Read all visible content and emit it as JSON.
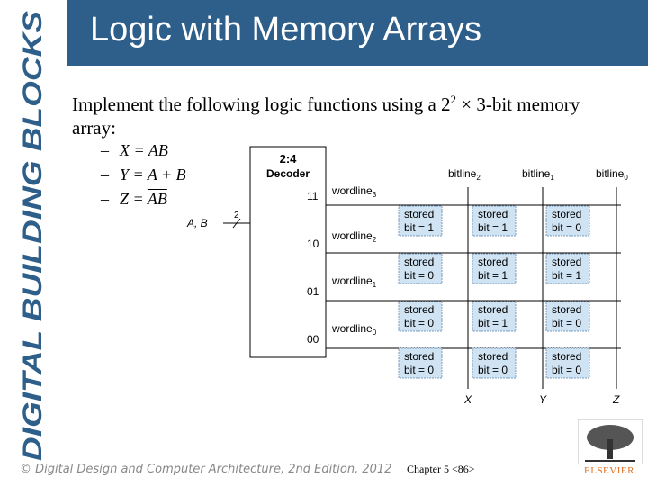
{
  "sidebar": {
    "label": "DIGITAL BUILDING BLOCKS"
  },
  "header": {
    "title": "Logic with Memory Arrays"
  },
  "body": {
    "intro": "Implement the following logic functions using a 2",
    "exp": "2",
    "intro_rest": " × 3-bit memory array:",
    "bullets": [
      {
        "lhs": "X",
        "rhs": "AB"
      },
      {
        "lhs": "Y",
        "rhs": "A + B"
      },
      {
        "lhs": "Z",
        "rhs": "AB"
      }
    ]
  },
  "diagram": {
    "decoder_title": "2:4",
    "decoder_sub": "Decoder",
    "input_label": "A, B",
    "bus_width": "2",
    "outputs": [
      "11",
      "10",
      "01",
      "00"
    ],
    "wordlines": [
      "wordline",
      "wordline",
      "wordline",
      "wordline"
    ],
    "wordline_subs": [
      "3",
      "2",
      "1",
      "0"
    ],
    "bitlines": [
      "bitline",
      "bitline",
      "bitline"
    ],
    "bitline_subs": [
      "2",
      "1",
      "0"
    ],
    "cell_top": "stored",
    "cells": [
      [
        "bit = 1",
        "bit = 1",
        "bit = 0"
      ],
      [
        "bit = 0",
        "bit = 1",
        "bit = 1"
      ],
      [
        "bit = 0",
        "bit = 1",
        "bit = 0"
      ],
      [
        "bit = 0",
        "bit = 0",
        "bit = 0"
      ]
    ],
    "outputs_bottom": [
      "X",
      "Y",
      "Z"
    ]
  },
  "footer": {
    "copyright": "© Digital Design and Computer Architecture, 2nd Edition, 2012",
    "page": "Chapter 5 <86>",
    "publisher": "ELSEVIER"
  },
  "colors": {
    "title_bar": "#2e5f8a",
    "sidebar_text": "#2e5f8a",
    "cell_fill": "#cfe3f3"
  }
}
